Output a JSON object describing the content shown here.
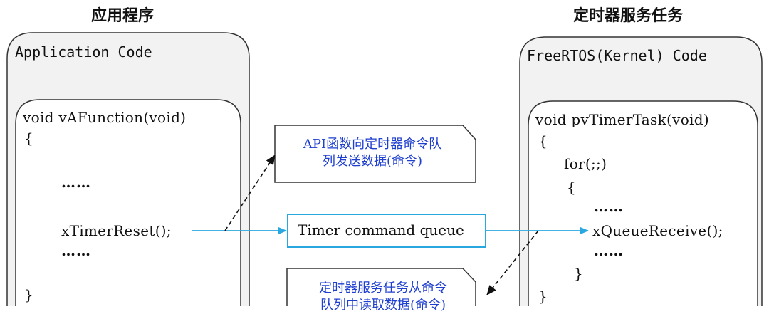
{
  "headings": {
    "app": "应用程序",
    "timer_task": "定时器服务任务"
  },
  "app_panel": {
    "caption": "Application Code",
    "function_signature": "void vAFunction(void)",
    "open_brace": "{",
    "ellipsis_1": "……",
    "call": "xTimerReset();",
    "ellipsis_2": "……",
    "close_brace": "}"
  },
  "kernel_panel": {
    "caption": "FreeRTOS(Kernel) Code",
    "function_signature": "void pvTimerTask(void)",
    "open_brace": "{",
    "for_loop": "for(;;)",
    "inner_open_brace": "{",
    "ellipsis_1": "……",
    "call": "xQueueReceive();",
    "ellipsis_2": "……",
    "inner_close_brace": "}",
    "close_brace": "}"
  },
  "queue": {
    "label": "Timer command queue"
  },
  "notes": {
    "send": [
      "API函数向定时器命令队",
      "列发送数据(命令)"
    ],
    "receive": [
      "定时器服务任务从命令",
      "队列中读取数据(命令)"
    ]
  },
  "colors": {
    "flow_arrow": "#29a8e0",
    "note_text": "#1f3fd0",
    "panel_fill": "#f2f2f2",
    "panel_border": "#333333"
  }
}
